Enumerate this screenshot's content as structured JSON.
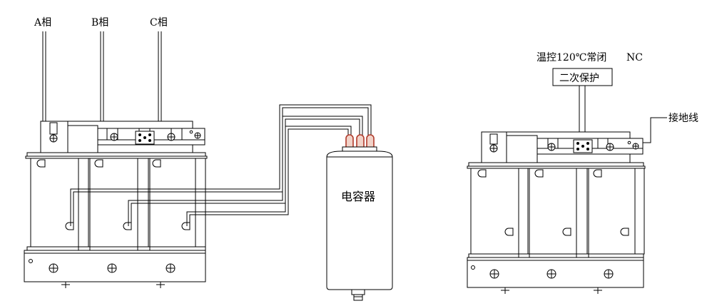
{
  "left_reactor": {
    "phase_a": "A相",
    "phase_b": "B相",
    "phase_c": "C相"
  },
  "capacitor": {
    "label": "电容器"
  },
  "right_reactor": {
    "thermostat": "温控120℃常闭",
    "nc": "NC",
    "protection": "二次保护",
    "ground": "接地线"
  },
  "colors": {
    "line": "#000000",
    "terminal": "#b13a2b",
    "terminal_fill": "#f1d2c8"
  }
}
